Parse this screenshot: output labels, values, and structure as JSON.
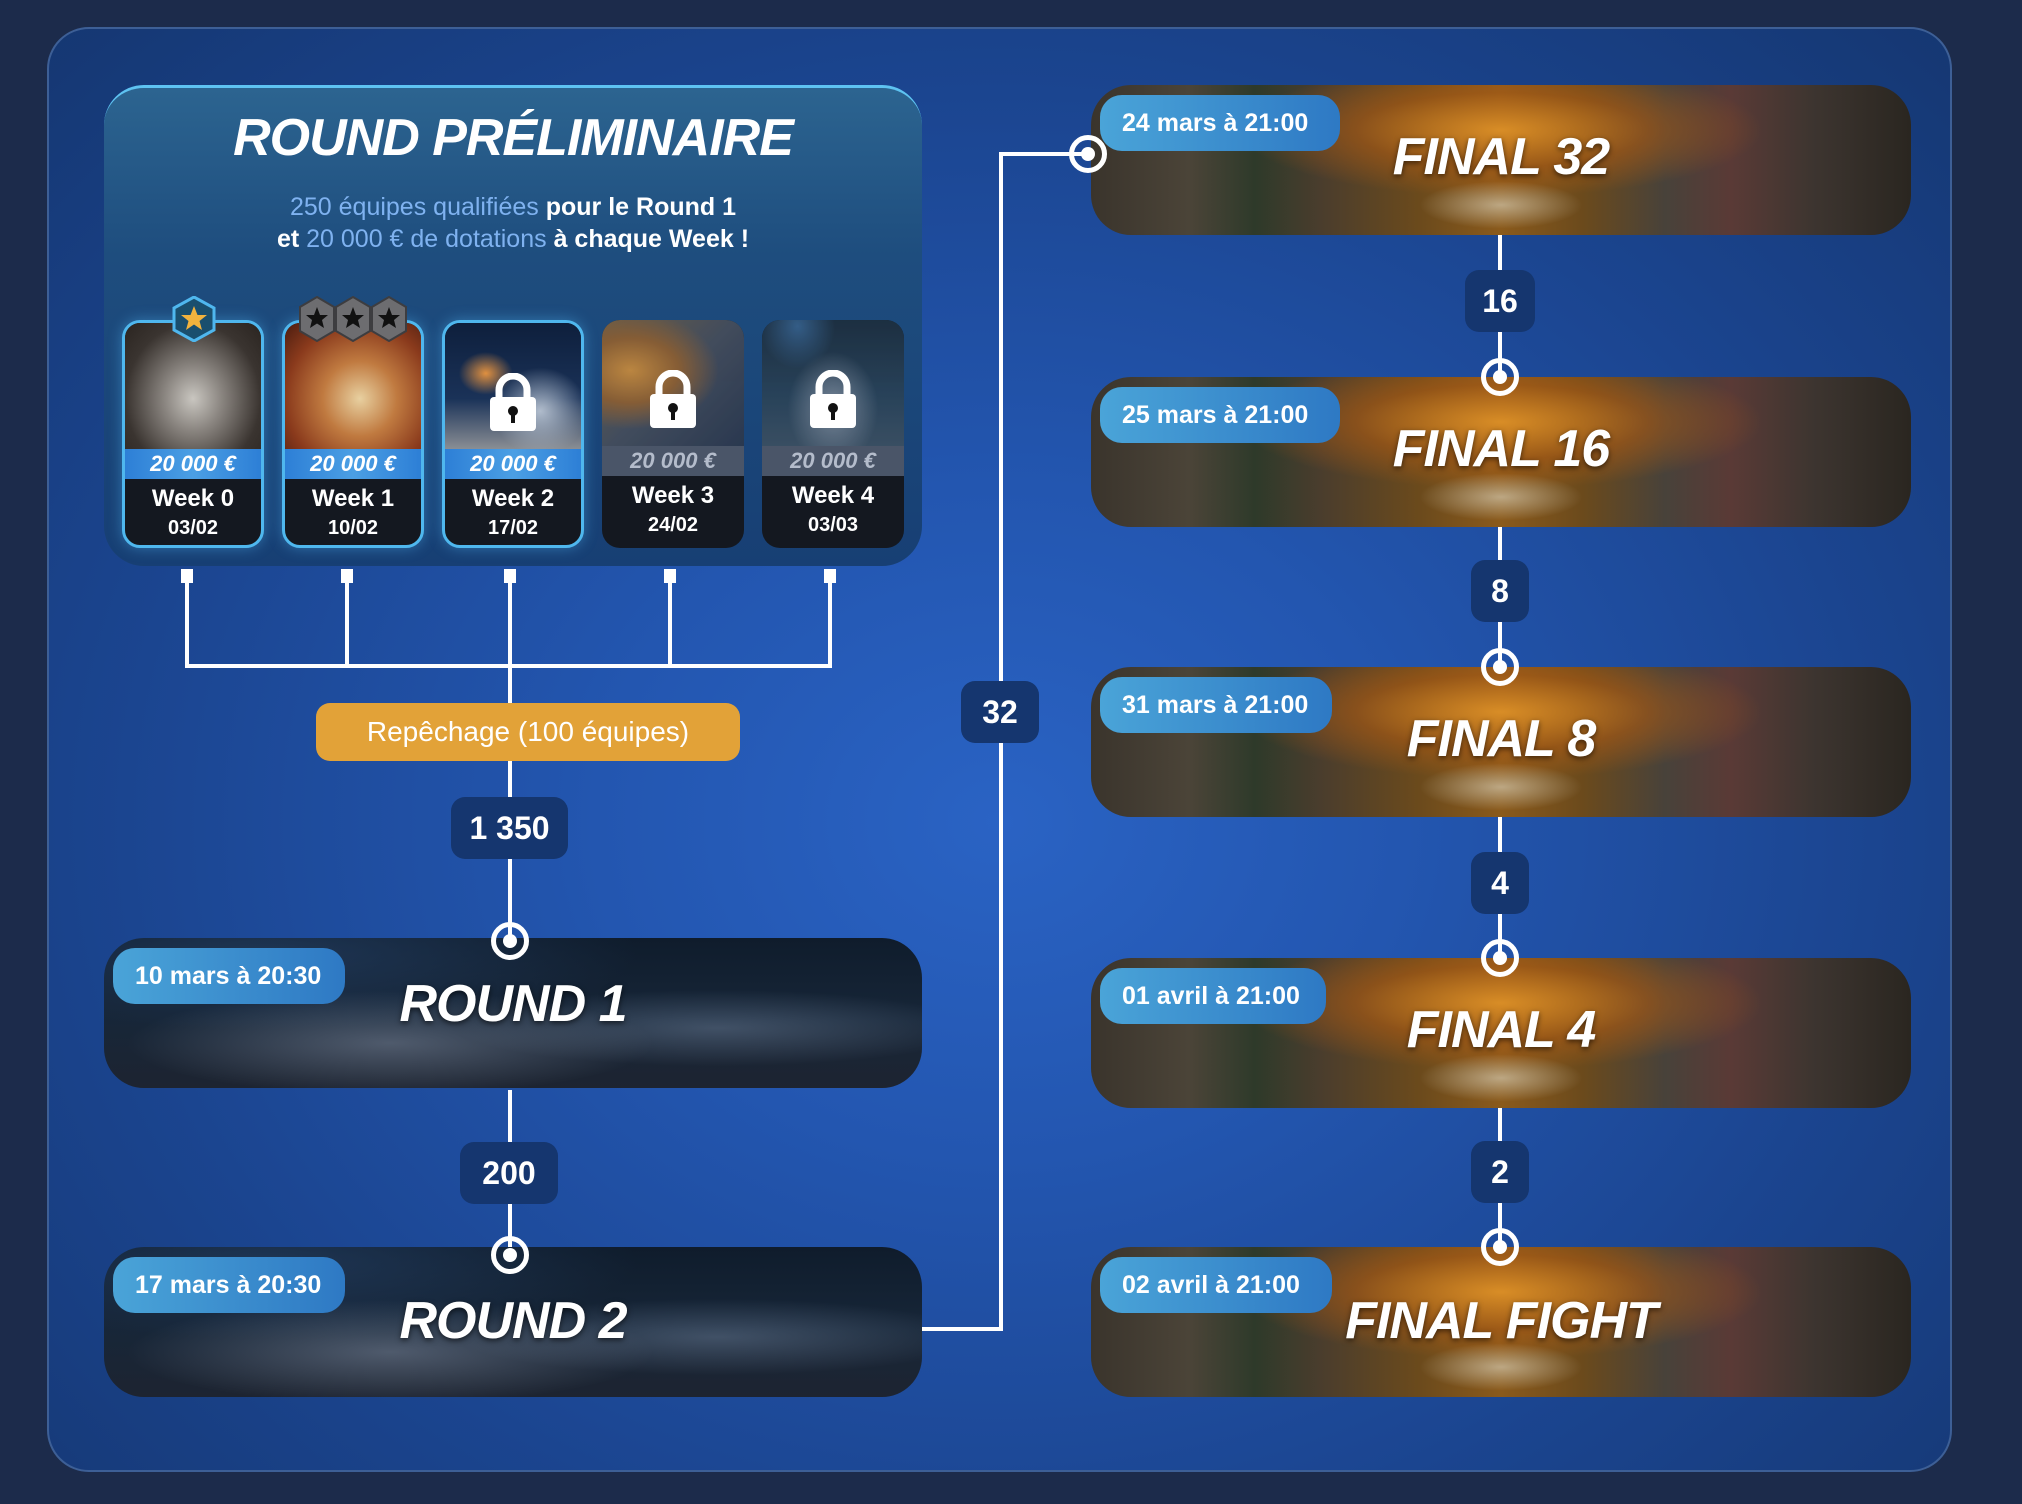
{
  "prelim": {
    "title": "ROUND PRÉLIMINAIRE",
    "sub_line1_highlight": "250 équipes qualifiées",
    "sub_line1_rest": " pour le Round 1",
    "sub_line2_start": "et ",
    "sub_line2_highlight": "20 000 € de dotations",
    "sub_line2_rest": " à chaque Week !",
    "weeks": [
      {
        "label": "Week 0",
        "date": "03/02",
        "prize": "20 000 €",
        "state": "completed",
        "stars": "1 gold star badge"
      },
      {
        "label": "Week 1",
        "date": "10/02",
        "prize": "20 000 €",
        "state": "completed",
        "stars": "3 dark star badges"
      },
      {
        "label": "Week 2",
        "date": "17/02",
        "prize": "20 000 €",
        "state": "locked-active"
      },
      {
        "label": "Week 3",
        "date": "24/02",
        "prize": "20 000 €",
        "state": "locked"
      },
      {
        "label": "Week 4",
        "date": "03/03",
        "prize": "20 000 €",
        "state": "locked"
      }
    ]
  },
  "repechage": "Repêchage (100 équipes)",
  "counts": {
    "to_round1": "1 350",
    "to_round2": "200",
    "to_final32": "32",
    "to_final16": "16",
    "to_final8": "8",
    "to_final4": "4",
    "to_finalfight": "2"
  },
  "stages": {
    "round1": {
      "title": "ROUND 1",
      "date": "10 mars à 20:30"
    },
    "round2": {
      "title": "ROUND 2",
      "date": "17 mars à 20:30"
    },
    "final32": {
      "title": "FINAL 32",
      "date": "24 mars à 21:00"
    },
    "final16": {
      "title": "FINAL 16",
      "date": "25 mars à 21:00"
    },
    "final8": {
      "title": "FINAL 8",
      "date": "31 mars à 21:00"
    },
    "final4": {
      "title": "FINAL 4",
      "date": "01 avril à 21:00"
    },
    "finalfight": {
      "title": "FINAL FIGHT",
      "date": "02 avril à 21:00"
    }
  },
  "colors": {
    "accent_blue": "#4fb7ee",
    "repechage_orange": "#e2a238",
    "count_badge": "#15366f",
    "highlight_text": "#7fb2f0"
  }
}
